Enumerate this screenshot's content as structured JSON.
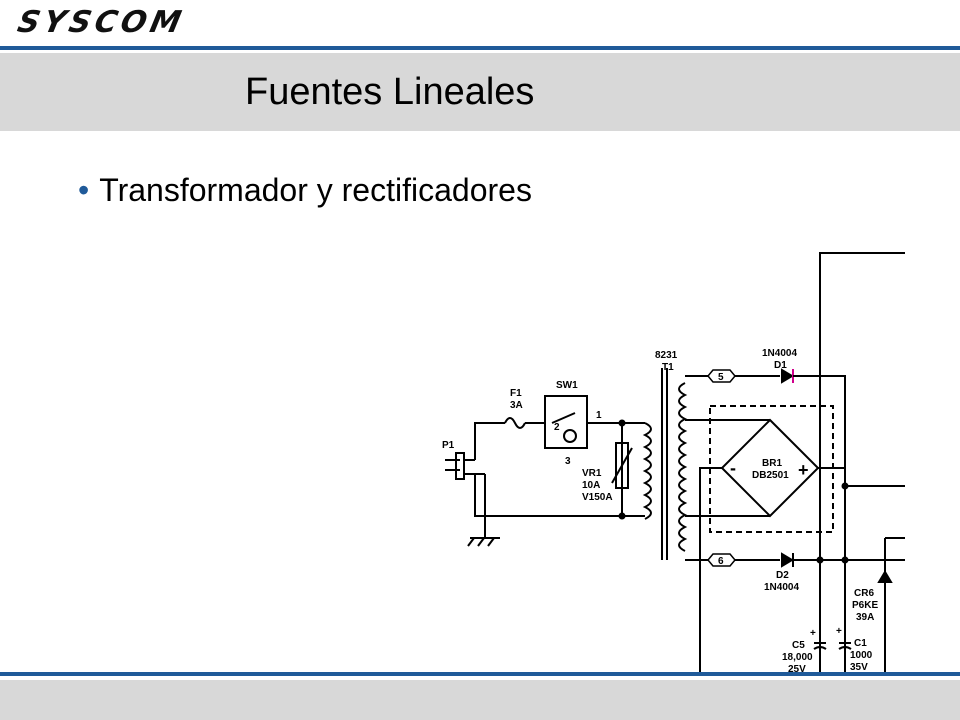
{
  "header": {
    "logo_text": "SYSCOM"
  },
  "slide": {
    "title": "Fuentes Lineales",
    "bullets": [
      "Transformador y rectificadores"
    ]
  },
  "schematic": {
    "labels": {
      "p1": "P1",
      "f1": "F1",
      "f1_rating": "3A",
      "sw1": "SW1",
      "sw_pin1": "1",
      "sw_pin2": "2",
      "sw_pin3": "3",
      "vr1": "VR1",
      "vr1_a": "10A",
      "vr1_b": "V150A",
      "t1_part": "8231",
      "t1": "T1",
      "tap5": "5",
      "tap6": "6",
      "d1_part": "1N4004",
      "d1": "D1",
      "d2": "D2",
      "d2_part": "1N4004",
      "br1": "BR1",
      "br1_part": "DB2501",
      "br_minus": "-",
      "br_plus": "+",
      "cr6": "CR6",
      "cr6_part": "P6KE",
      "cr6_v": "39A",
      "c5": "C5",
      "c5_val": "18,000",
      "c5_v": "25V",
      "c1": "C1",
      "c1_val": "1000",
      "c1_v": "35V",
      "cap_plus": "+"
    }
  }
}
